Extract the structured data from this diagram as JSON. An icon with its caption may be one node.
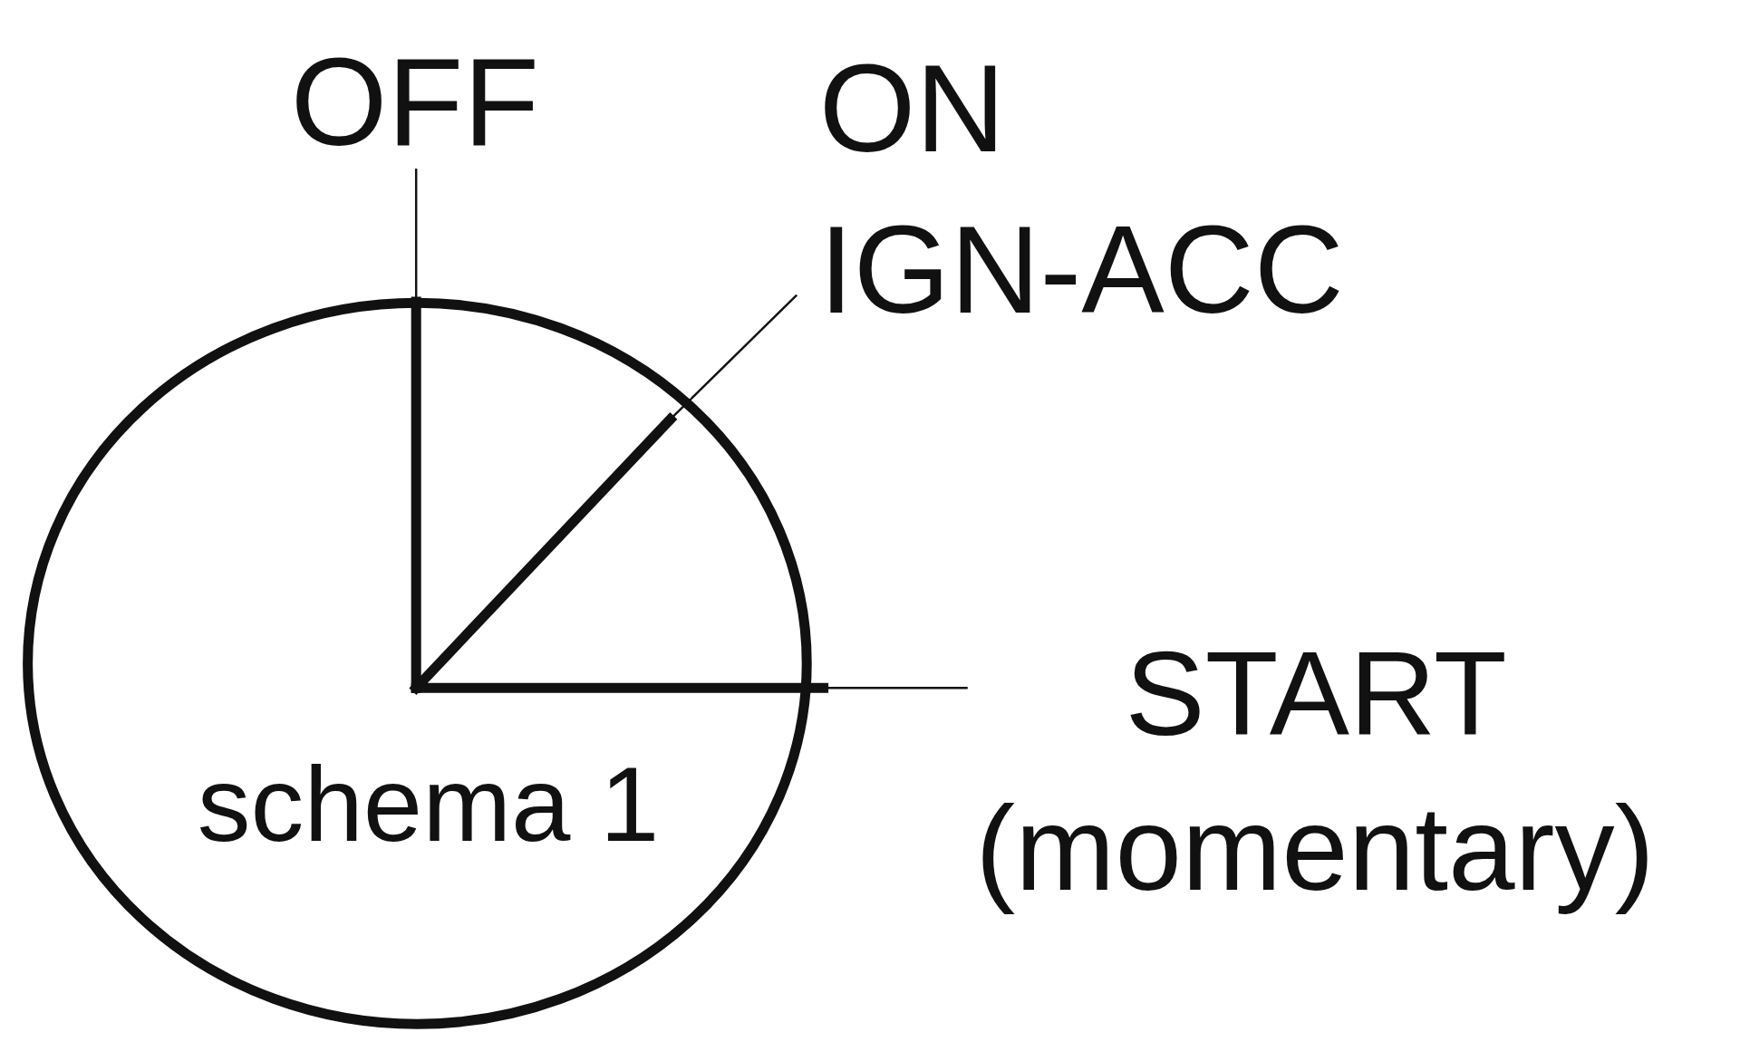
{
  "diagram": {
    "nodes": [
      {
        "text": [
          "schema 1"
        ]
      },
      {
        "text": [
          "OFF"
        ]
      },
      {
        "text": [
          "ON IGN-ACC"
        ]
      },
      {
        "text": [
          "START (momentary)"
        ]
      }
    ],
    "edges": [
      {
        "from": 1,
        "to": 0,
        "arrow": "none"
      },
      {
        "from": 2,
        "to": 0,
        "arrow": "none"
      },
      {
        "from": 3,
        "to": 0,
        "arrow": "none"
      }
    ]
  }
}
